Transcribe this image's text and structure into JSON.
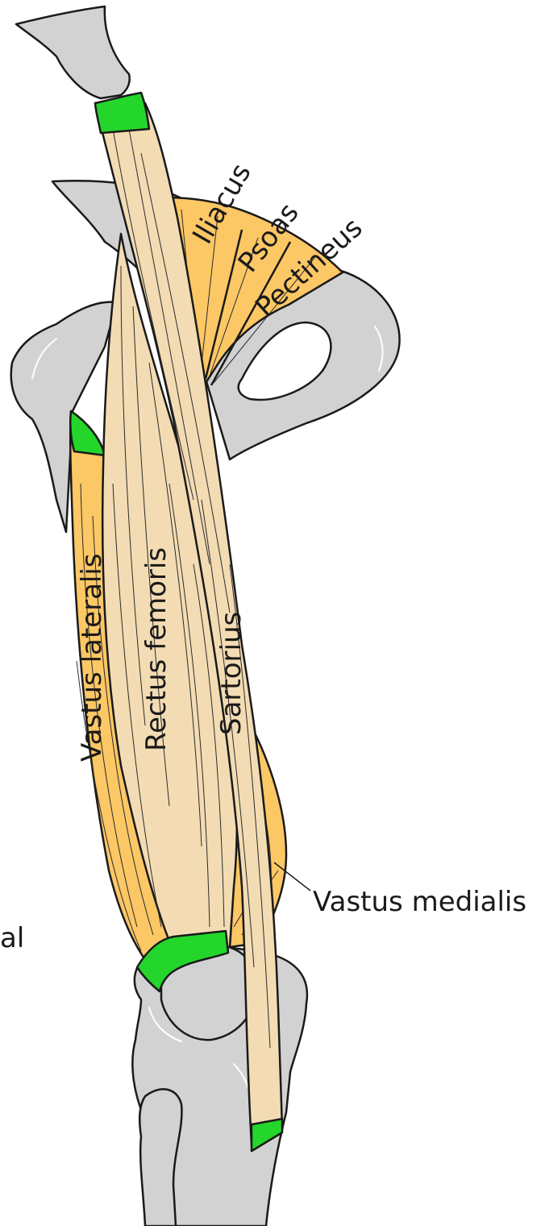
{
  "labels": {
    "iliacus": "Iliacus",
    "psoas": "Psoas",
    "pectineus": "Pectineus",
    "vastus_lateralis": "Vastus lateralis",
    "rectus_femoris": "Rectus femoris",
    "sartorius": "Sartorius",
    "vastus_medialis": "Vastus medialis",
    "cut_label_fragment": "al"
  },
  "colors": {
    "muscle_light": "#f3dcb3",
    "muscle_orange": "#fcc765",
    "tendon_green": "#24d62b",
    "bone_gray": "#d2d2d2",
    "outline": "#1a1a1a",
    "background": "#ffffff"
  }
}
